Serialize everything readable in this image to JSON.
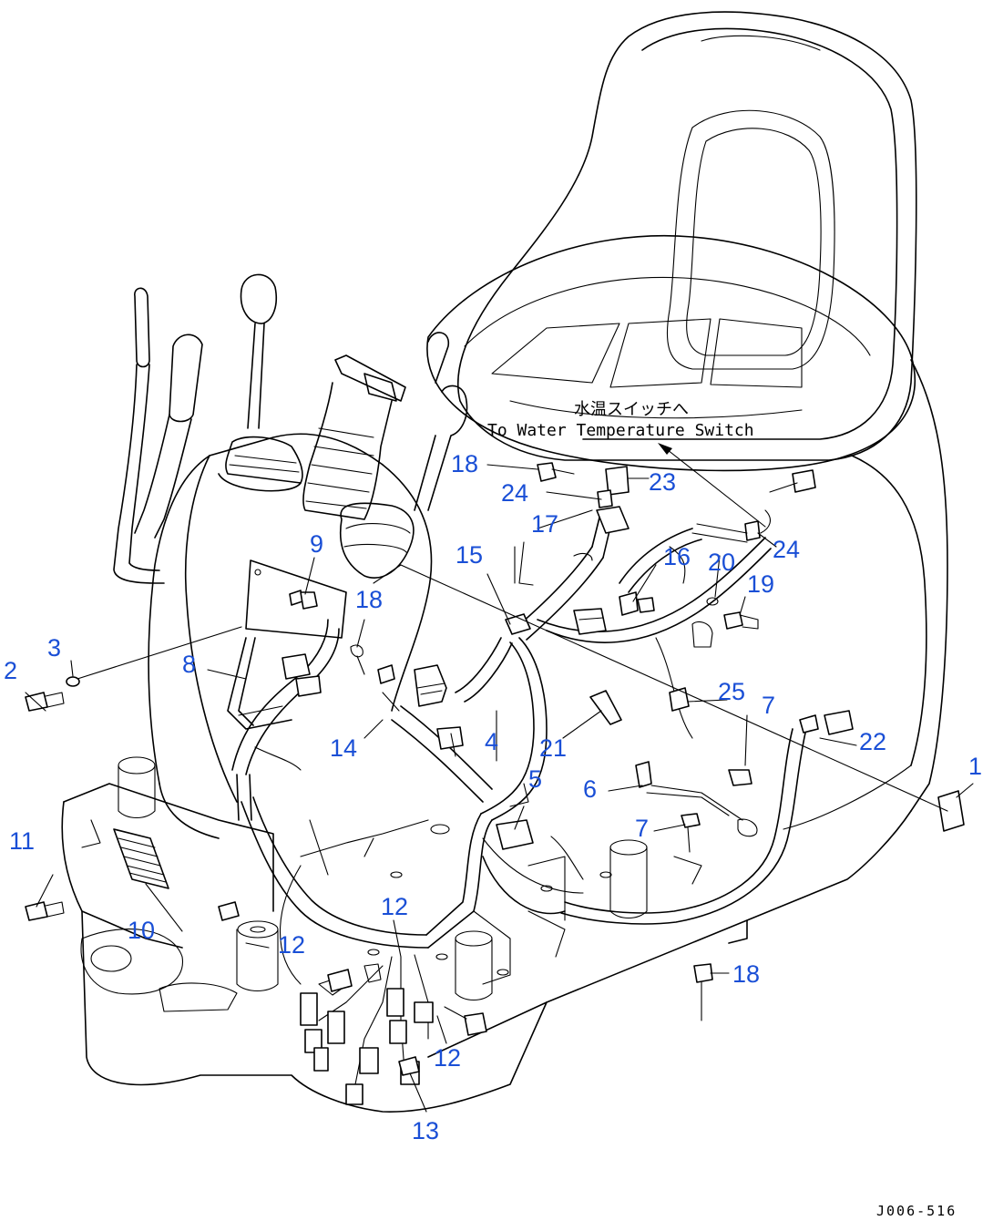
{
  "diagram": {
    "callouts": [
      {
        "id": "c1",
        "label": "1"
      },
      {
        "id": "c2",
        "label": "2"
      },
      {
        "id": "c3",
        "label": "3"
      },
      {
        "id": "c4",
        "label": "4"
      },
      {
        "id": "c5",
        "label": "5"
      },
      {
        "id": "c6",
        "label": "6"
      },
      {
        "id": "c7a",
        "label": "7"
      },
      {
        "id": "c7b",
        "label": "7"
      },
      {
        "id": "c8",
        "label": "8"
      },
      {
        "id": "c9",
        "label": "9"
      },
      {
        "id": "c10",
        "label": "10"
      },
      {
        "id": "c11",
        "label": "11"
      },
      {
        "id": "c12a",
        "label": "12"
      },
      {
        "id": "c12b",
        "label": "12"
      },
      {
        "id": "c12c",
        "label": "12"
      },
      {
        "id": "c13",
        "label": "13"
      },
      {
        "id": "c14",
        "label": "14"
      },
      {
        "id": "c15",
        "label": "15"
      },
      {
        "id": "c16",
        "label": "16"
      },
      {
        "id": "c17",
        "label": "17"
      },
      {
        "id": "c18a",
        "label": "18"
      },
      {
        "id": "c18b",
        "label": "18"
      },
      {
        "id": "c18c",
        "label": "18"
      },
      {
        "id": "c19",
        "label": "19"
      },
      {
        "id": "c20",
        "label": "20"
      },
      {
        "id": "c21",
        "label": "21"
      },
      {
        "id": "c22",
        "label": "22"
      },
      {
        "id": "c23",
        "label": "23"
      },
      {
        "id": "c24a",
        "label": "24"
      },
      {
        "id": "c24b",
        "label": "24"
      },
      {
        "id": "c25",
        "label": "25"
      }
    ],
    "note_jp": "水温スイッチへ",
    "note_en": "To Water Temperature Switch",
    "drawing_code": "J006-516",
    "callout_color": "#1a4fd6"
  }
}
